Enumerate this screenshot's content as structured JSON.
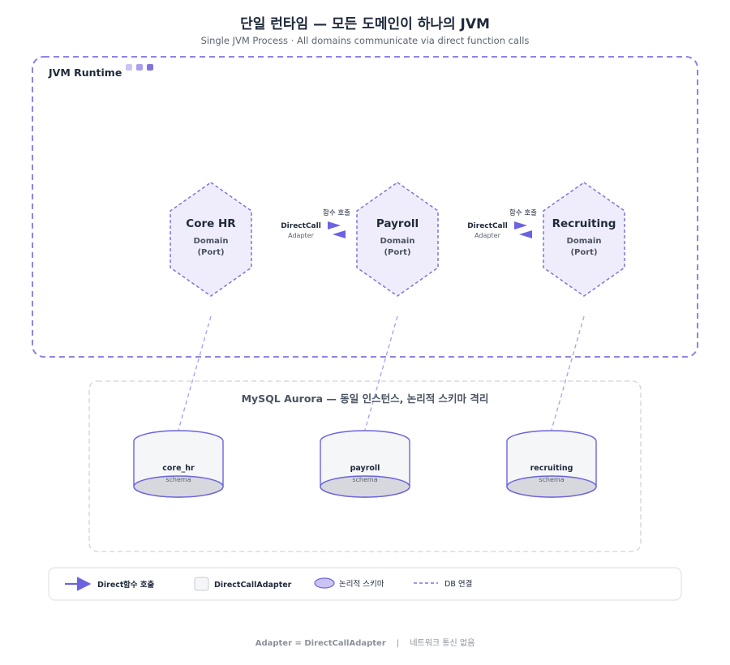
{
  "header": {
    "title": "단일 런타임 — 모든 도메인이 하나의 JVM",
    "subtitle": "Single JVM Process · All domains communicate via direct function calls"
  },
  "runtime": {
    "label": "JVM Runtime"
  },
  "domains": [
    {
      "name": "Core HR",
      "line1": "Domain",
      "line2": "(Port)"
    },
    {
      "name": "Payroll",
      "line1": "Domain",
      "line2": "(Port)"
    },
    {
      "name": "Recruiting",
      "line1": "Domain",
      "line2": "(Port)"
    }
  ],
  "adapters": [
    {
      "call_label": "함수 호출",
      "name": "DirectCall",
      "sub": "Adapter"
    },
    {
      "call_label": "함수 호출",
      "name": "DirectCall",
      "sub": "Adapter"
    }
  ],
  "database": {
    "title": "MySQL Aurora — 동일 인스턴스, 논리적 스키마 격리",
    "schemas": [
      {
        "name": "core_hr",
        "sub": "schema"
      },
      {
        "name": "payroll",
        "sub": "schema"
      },
      {
        "name": "recruiting",
        "sub": "schema"
      }
    ]
  },
  "legend": {
    "direct_prefix": "Direct",
    "direct_suffix": "함수 호출",
    "adapter": "DirectCallAdapter",
    "schema": "논리적 스키마",
    "db_link": "DB 연결"
  },
  "footer": {
    "left": "Adapter = DirectCallAdapter",
    "separator": "|",
    "right": "네트워크 통신 없음"
  },
  "colors": {
    "accent": "#6b63e0",
    "accent_dashed": "#7f74dd",
    "hex_fill": "#efedfc",
    "db_stroke": "#6b63e0",
    "db_bottom": "#d6d8de",
    "aurora_border": "#cfd3da"
  }
}
